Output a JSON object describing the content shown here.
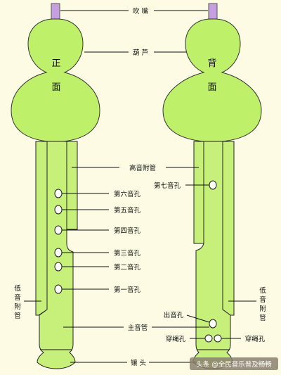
{
  "colors": {
    "background": "#fdfbe3",
    "gourd": "#bff06a",
    "pipe": "#c6f07a",
    "mouthpiece": "#c79ee0",
    "watermark_bg": "#8a7f6e"
  },
  "front_label": [
    "正",
    "面"
  ],
  "back_label": [
    "背",
    "面"
  ],
  "labels": {
    "mouthpiece": "吹 嘴",
    "gourd": "葫 芦",
    "high_pipe": "高音附管",
    "hole7": "第七音孔",
    "hole6": "第六音孔",
    "hole5": "第五音孔",
    "hole4": "第四音孔",
    "hole3": "第三音孔",
    "hole2": "第二音孔",
    "hole1": "第一音孔",
    "low_pipe_left": [
      "低",
      "音",
      "附",
      "管"
    ],
    "low_pipe_right": [
      "低",
      "音",
      "附",
      "管"
    ],
    "sound_hole": "出音孔",
    "main_pipe": "主音管",
    "rope_hole_left": "穿绳孔",
    "rope_hole_right": "穿绳孔",
    "ferrule": "镶 头"
  },
  "watermark": "头条 @全民音乐普及畅畅"
}
